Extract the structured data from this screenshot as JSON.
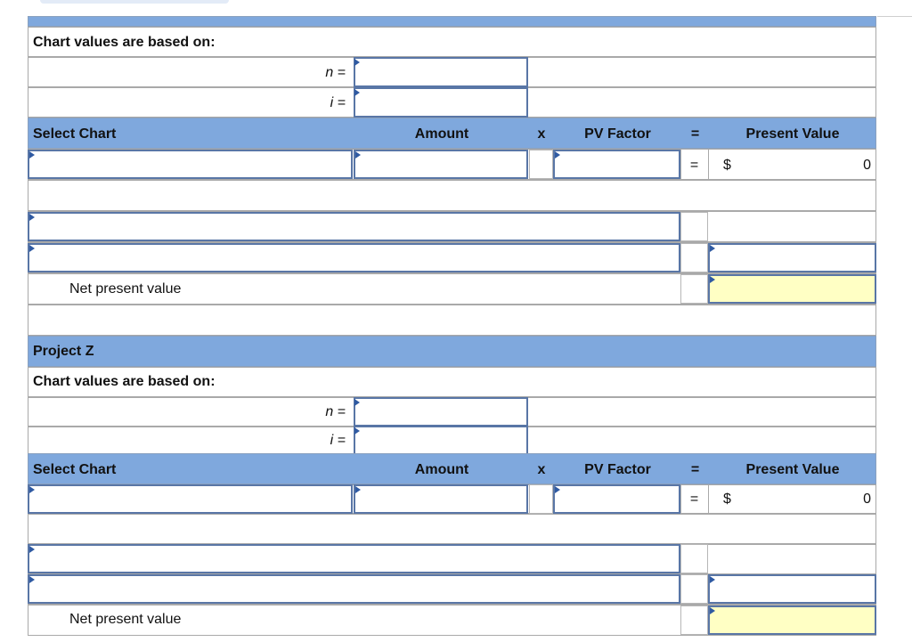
{
  "sections": [
    {
      "title": "",
      "based_on": "Chart values are based on:",
      "n_label": "n =",
      "i_label": "i =",
      "headers": {
        "select_chart": "Select Chart",
        "amount": "Amount",
        "x": "x",
        "pv_factor": "PV Factor",
        "eq": "=",
        "present_value": "Present Value"
      },
      "row": {
        "eq": "=",
        "currency": "$",
        "present_value": "0"
      },
      "net_label": "Net present value"
    },
    {
      "title": "Project Z",
      "based_on": "Chart values are based on:",
      "n_label": "n =",
      "i_label": "i =",
      "headers": {
        "select_chart": "Select Chart",
        "amount": "Amount",
        "x": "x",
        "pv_factor": "PV Factor",
        "eq": "=",
        "present_value": "Present Value"
      },
      "row": {
        "eq": "=",
        "currency": "$",
        "present_value": "0"
      },
      "net_label": "Net present value"
    }
  ],
  "colors": {
    "header_bg": "#7fa8dd",
    "input_border": "#5976a6",
    "highlight": "#ffffc4",
    "marker": "#2f5aa2"
  }
}
